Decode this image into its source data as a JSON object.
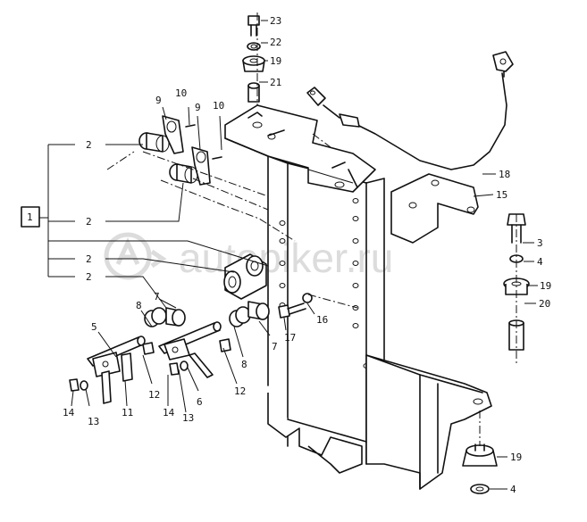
{
  "watermark": "autopiker.ru",
  "group_box_label": "1",
  "callouts": {
    "c23": "23",
    "c22": "22",
    "c19a": "19",
    "c21": "21",
    "c10a": "10",
    "c10b": "10",
    "c9a": "9",
    "c9b": "9",
    "c2a": "2",
    "c2b": "2",
    "c2c": "2",
    "c2d": "2",
    "c18": "18",
    "c15": "15",
    "c3": "3",
    "c4a": "4",
    "c19b": "19",
    "c20": "20",
    "c16": "16",
    "c17": "17",
    "c7a": "7",
    "c7b": "7",
    "c8a": "8",
    "c8b": "8",
    "c5": "5",
    "c6": "6",
    "c12a": "12",
    "c12b": "12",
    "c11": "11",
    "c13a": "13",
    "c13b": "13",
    "c14a": "14",
    "c14b": "14",
    "c19c": "19",
    "c4b": "4"
  }
}
